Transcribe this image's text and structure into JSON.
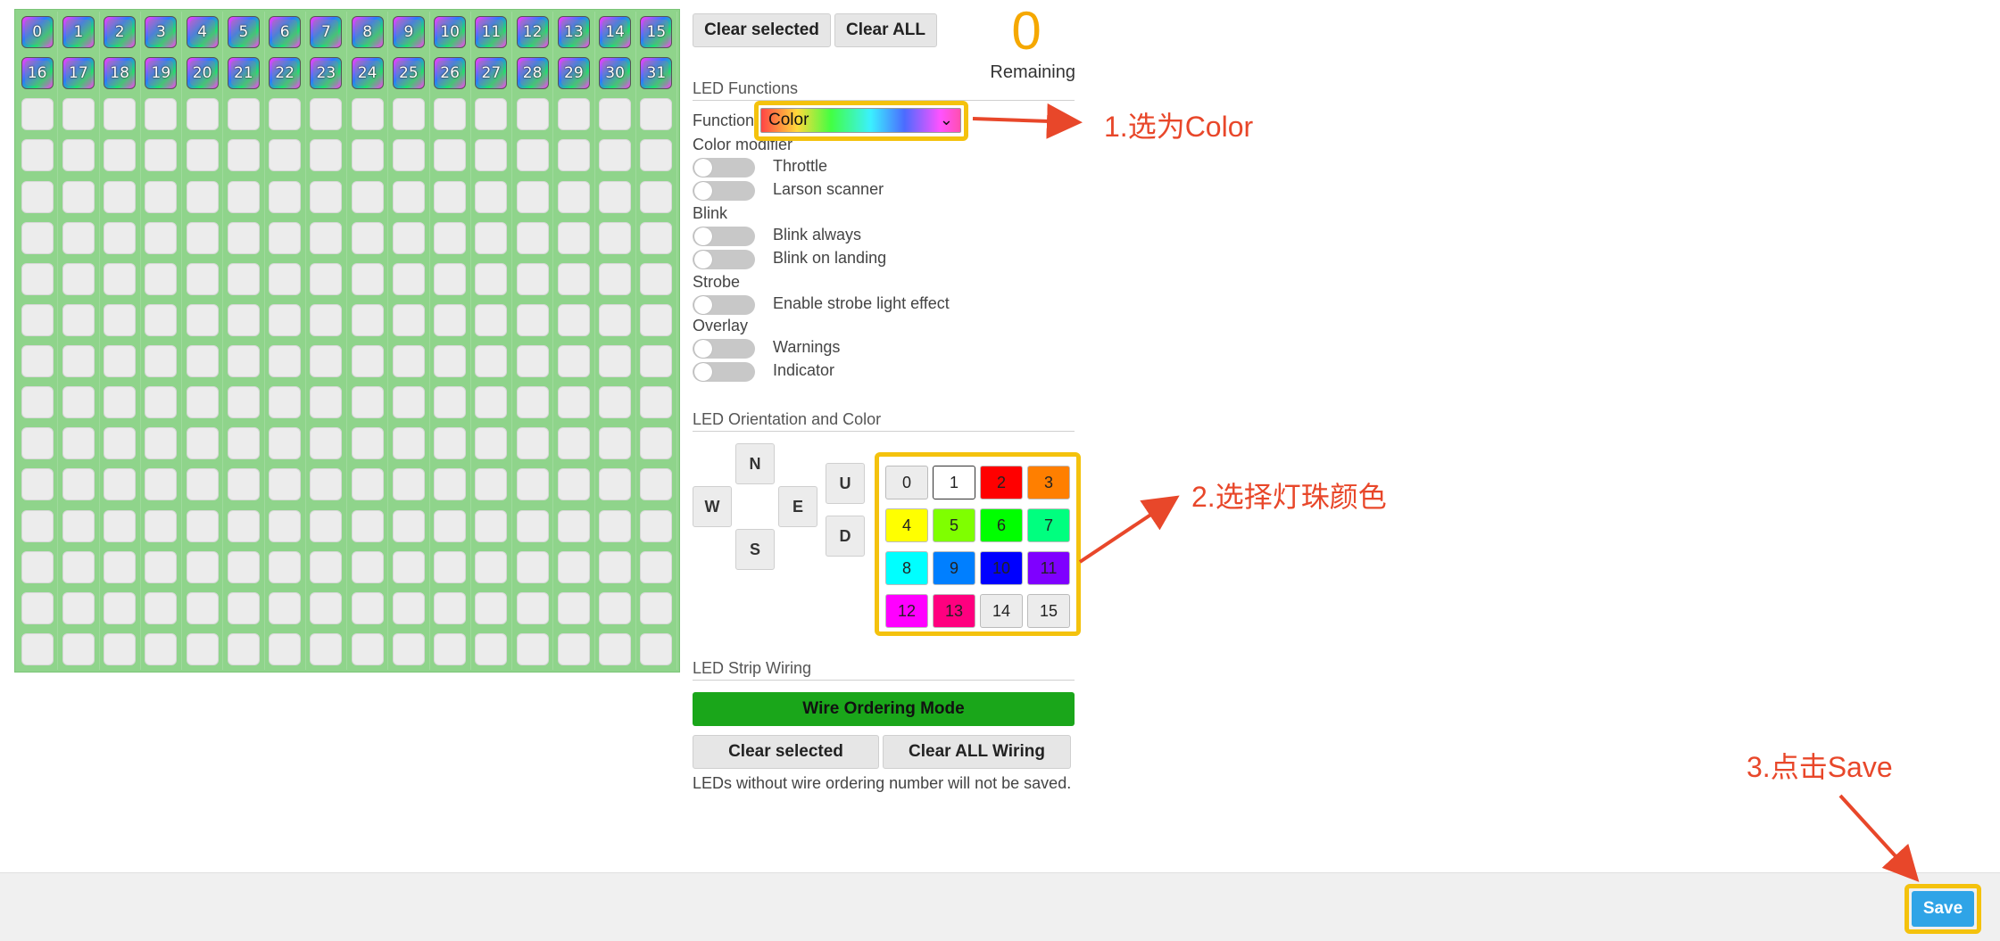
{
  "grid": {
    "wired_numbers": [
      "0",
      "1",
      "2",
      "3",
      "4",
      "5",
      "6",
      "7",
      "8",
      "9",
      "10",
      "11",
      "12",
      "13",
      "14",
      "15",
      "16",
      "17",
      "18",
      "19",
      "20",
      "21",
      "22",
      "23",
      "24",
      "25",
      "26",
      "27",
      "28",
      "29",
      "30",
      "31"
    ],
    "total_cells": 256
  },
  "header": {
    "clear_selected": "Clear selected",
    "clear_all": "Clear ALL",
    "remaining_count": "0",
    "remaining_label": "Remaining"
  },
  "functions": {
    "section_title": "LED Functions",
    "function_label": "Function",
    "function_value": "Color",
    "color_modifier_label": "Color modifier",
    "throttle": "Throttle",
    "larson": "Larson scanner",
    "blink_label": "Blink",
    "blink_always": "Blink always",
    "blink_landing": "Blink on landing",
    "strobe_label": "Strobe",
    "strobe": "Enable strobe light effect",
    "overlay_label": "Overlay",
    "warnings": "Warnings",
    "indicator": "Indicator"
  },
  "orientation": {
    "section_title": "LED Orientation and Color",
    "n": "N",
    "w": "W",
    "e": "E",
    "s": "S",
    "u": "U",
    "d": "D",
    "colors": [
      {
        "label": "0",
        "bg": "#ececec",
        "fg": "#222"
      },
      {
        "label": "1",
        "bg": "#ffffff",
        "fg": "#222"
      },
      {
        "label": "2",
        "bg": "#ff0000",
        "fg": "#222"
      },
      {
        "label": "3",
        "bg": "#ff7f00",
        "fg": "#222"
      },
      {
        "label": "4",
        "bg": "#ffff00",
        "fg": "#222"
      },
      {
        "label": "5",
        "bg": "#7fff00",
        "fg": "#222"
      },
      {
        "label": "6",
        "bg": "#00ff00",
        "fg": "#222"
      },
      {
        "label": "7",
        "bg": "#00ff7f",
        "fg": "#222"
      },
      {
        "label": "8",
        "bg": "#00ffff",
        "fg": "#222"
      },
      {
        "label": "9",
        "bg": "#007fff",
        "fg": "#222"
      },
      {
        "label": "10",
        "bg": "#0000ff",
        "fg": "#222"
      },
      {
        "label": "11",
        "bg": "#7f00ff",
        "fg": "#222"
      },
      {
        "label": "12",
        "bg": "#ff00ff",
        "fg": "#222"
      },
      {
        "label": "13",
        "bg": "#ff007f",
        "fg": "#222"
      },
      {
        "label": "14",
        "bg": "#ececec",
        "fg": "#222"
      },
      {
        "label": "15",
        "bg": "#ececec",
        "fg": "#222"
      }
    ]
  },
  "wiring": {
    "section_title": "LED Strip Wiring",
    "wire_ordering": "Wire Ordering Mode",
    "clear_selected": "Clear selected",
    "clear_all_wiring": "Clear ALL Wiring",
    "note": "LEDs without wire ordering number will not be saved."
  },
  "footer": {
    "save": "Save"
  },
  "annotations": {
    "step1": "1.选为Color",
    "step2": "2.选择灯珠颜色",
    "step3": "3.点击Save"
  },
  "colors": {
    "highlight": "#f4c20d",
    "annotation": "#e8472a",
    "accent_green": "#1aa61a",
    "save_blue": "#2fa4e7"
  }
}
